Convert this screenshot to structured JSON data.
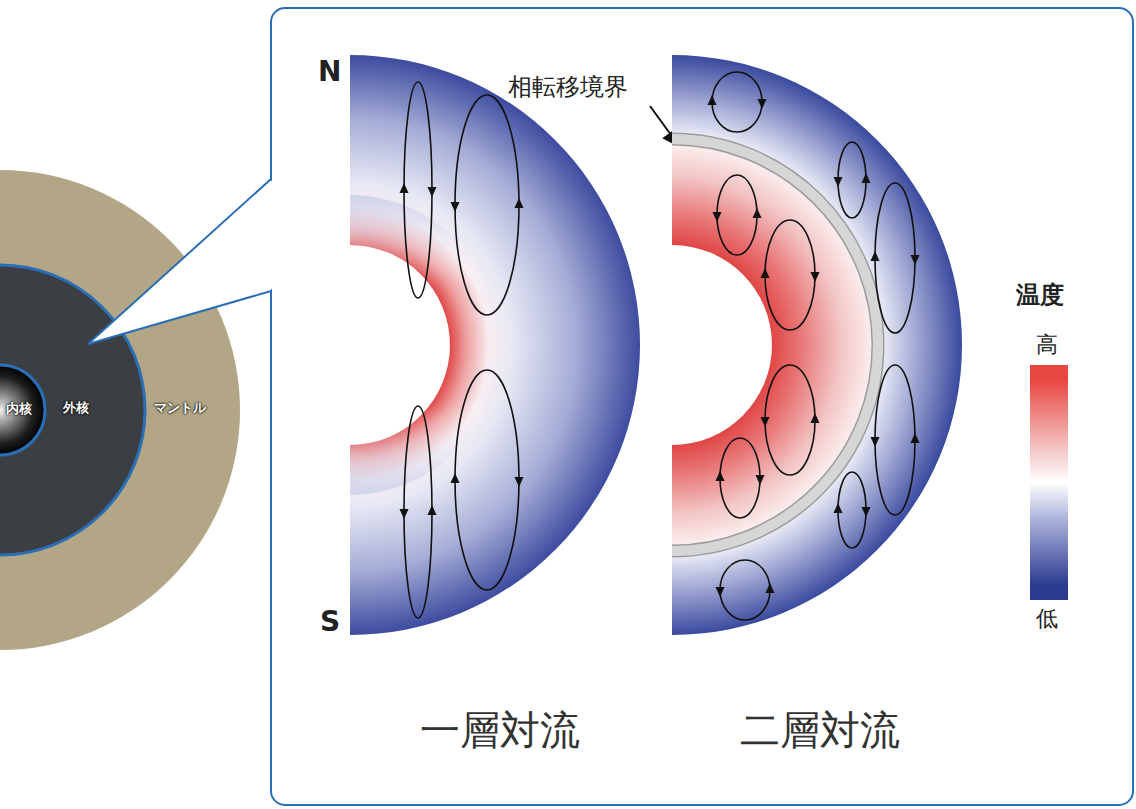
{
  "diagram": {
    "nodes": [
      {
        "text": [
          "マントル"
        ]
      },
      {
        "text": [
          "外核"
        ],
        "in": 0
      },
      {
        "text": [
          "内核"
        ],
        "in": 1
      },
      {
        "text": [
          "一層対流"
        ]
      },
      {
        "text": [
          "二層対流"
        ]
      }
    ],
    "labels": [
      "N",
      "S",
      "相転移境界",
      "温度"
    ],
    "legend": [
      {
        "text": "高",
        "color": "#e8473f"
      },
      {
        "text": "低",
        "color": "#2b3a8f"
      }
    ]
  }
}
